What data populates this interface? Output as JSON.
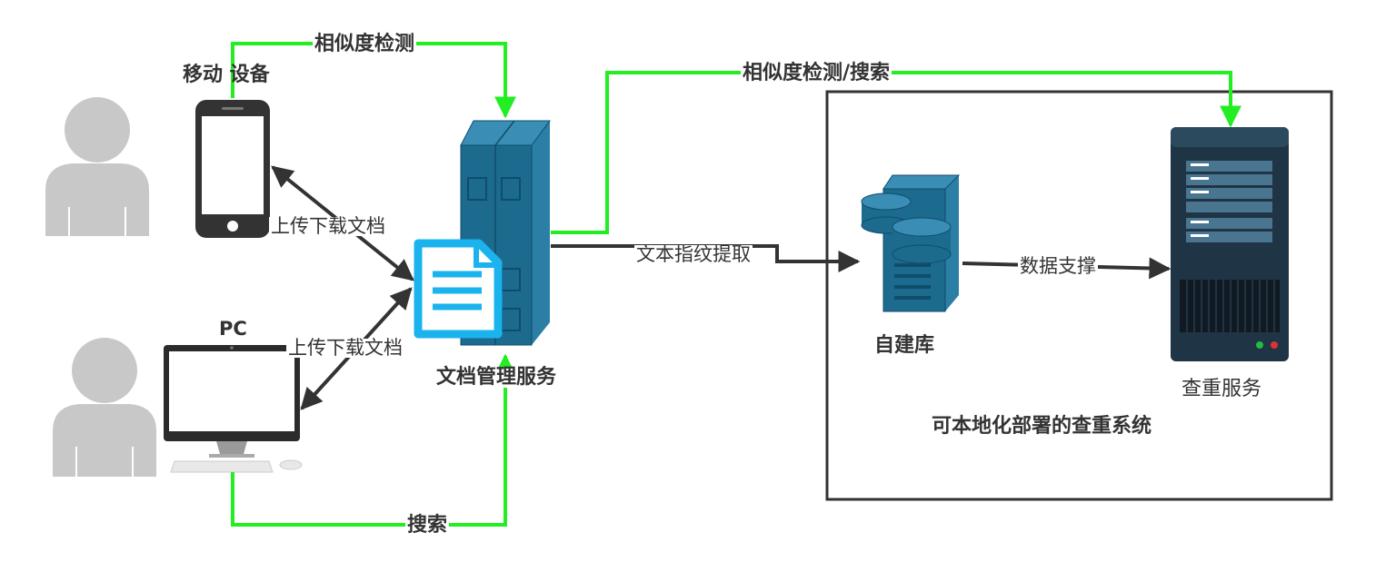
{
  "labels": {
    "mobile_device": "移动 设备",
    "pc": "PC",
    "upload_download_top": "上传下载文档",
    "upload_download_bottom": "上传下载文档",
    "doc_service": "文档管理服务",
    "similarity_check": "相似度检测",
    "similarity_search": "相似度检测/搜索",
    "search": "搜索",
    "fingerprint_extract": "文本指纹提取",
    "self_built_db": "自建库",
    "data_support": "数据支撑",
    "dedup_service": "查重服务",
    "local_system": "可本地化部署的查重系统"
  },
  "colors": {
    "green": "#22ee22",
    "arrow": "#333333",
    "server_blue": "#1d6a8f",
    "server_dark": "#1f3444",
    "doc_icon": "#1ab3ee",
    "user_gray": "#c8c8c8"
  },
  "icons": {
    "user_top": "user-icon",
    "user_bottom": "user-icon",
    "phone": "smartphone-icon",
    "pc": "desktop-computer-icon",
    "doc_server": "server-rack-icon",
    "document": "document-icon",
    "database": "database-server-icon",
    "dedup_server": "tower-server-icon"
  }
}
